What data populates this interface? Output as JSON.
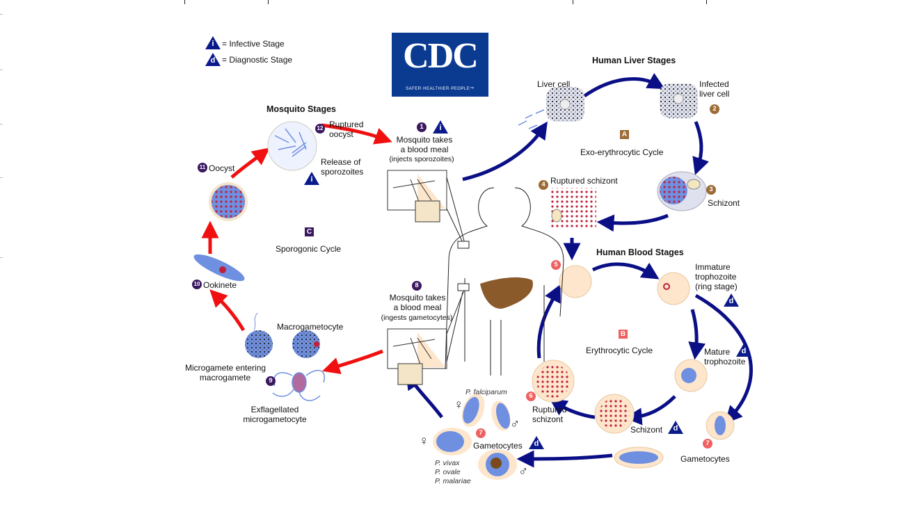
{
  "legend": {
    "infective_symbol": "i",
    "infective_label": "= Infective Stage",
    "diagnostic_symbol": "d",
    "diagnostic_label": "= Diagnostic Stage"
  },
  "logo": {
    "text": "CDC",
    "tagline": "SAFER·HEALTHIER·PEOPLE™"
  },
  "sections": {
    "liver": "Human Liver Stages",
    "mosquito": "Mosquito Stages",
    "blood": "Human Blood Stages"
  },
  "cycles": {
    "A": {
      "badge": "A",
      "label": "Exo-erythrocytic Cycle"
    },
    "B": {
      "badge": "B",
      "label": "Erythrocytic Cycle"
    },
    "C": {
      "badge": "C",
      "label": "Sporogonic Cycle"
    }
  },
  "steps": {
    "s1": {
      "num": "1",
      "label": "Mosquito takes\na blood meal",
      "sub": "(injects sporozoites)"
    },
    "liver_cell": "Liver cell",
    "s2": {
      "num": "2",
      "label": "Infected\nliver cell"
    },
    "s3": {
      "num": "3",
      "label": "Schizont"
    },
    "s4": {
      "num": "4",
      "label": "Ruptured schizont"
    },
    "s5": {
      "num": "5"
    },
    "immature": "Immature\ntrophozoite\n(ring stage)",
    "mature": "Mature\ntrophozoite",
    "schizont": "Schizont",
    "s6": {
      "num": "6",
      "label": "Ruptured\nschizont"
    },
    "s7a": {
      "num": "7",
      "label": "Gametocytes"
    },
    "s7b": {
      "num": "7",
      "label": "Gametocytes"
    },
    "falciparum": "P. falciparum",
    "other_species": "P. vivax\nP. ovale\nP. malariae",
    "female": "♀",
    "male": "♂",
    "s8": {
      "num": "8",
      "label": "Mosquito takes\na blood meal",
      "sub": "(ingests gametocytes)"
    },
    "s9": {
      "num": "9",
      "label": "Microgamete entering\nmacrogamete"
    },
    "macrogametocyte": "Macrogametocyte",
    "exflagellated": "Exflagellated\nmicrogametocyte",
    "s10": {
      "num": "10",
      "label": "Ookinete"
    },
    "s11": {
      "num": "11",
      "label": "Oocyst"
    },
    "s12": {
      "num": "12",
      "label": "Ruptured\noocyst"
    },
    "release": "Release of\nsporozoites"
  },
  "colors": {
    "human_arrow": "#0b0f86",
    "mosquito_arrow": "#f01010",
    "mosquito_badge": "#3b1760",
    "liver_badge": "#9b6b35",
    "blood_badge": "#f06060",
    "cell": "#fde6cc",
    "parasite": "#6f8fe0"
  }
}
